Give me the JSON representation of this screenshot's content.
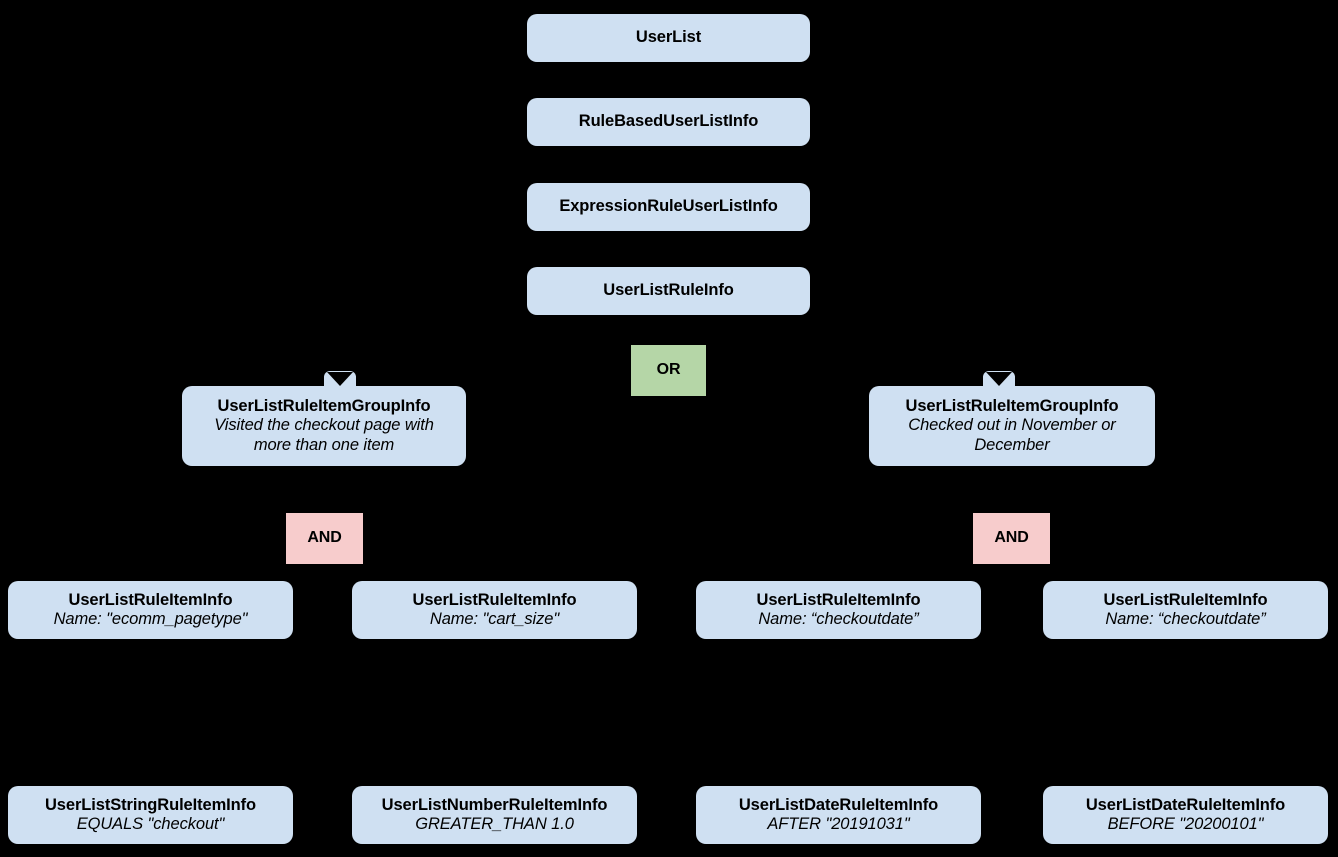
{
  "diagram": {
    "background_color": "#000000",
    "node_color": "#cfe0f2",
    "or_color": "#b5d6a7",
    "and_color": "#f7cccc",
    "text_color": "#000000",
    "nodes": {
      "user_list": {
        "title": "UserList",
        "subtitle": ""
      },
      "rule_based_user_list_info": {
        "title": "RuleBasedUserListInfo",
        "subtitle": ""
      },
      "expression_rule_user_list_info": {
        "title": "ExpressionRuleUserListInfo",
        "subtitle": ""
      },
      "user_list_rule_info": {
        "title": "UserListRuleInfo",
        "subtitle": ""
      },
      "or_operator": {
        "title": "OR"
      },
      "group_left": {
        "title": "UserListRuleItemGroupInfo",
        "subtitle_line1": "Visited the checkout page with",
        "subtitle_line2": "more than one item"
      },
      "group_right": {
        "title": "UserListRuleItemGroupInfo",
        "subtitle_line1": "Checked out in November or",
        "subtitle_line2": "December"
      },
      "and_operator_left": {
        "title": "AND"
      },
      "and_operator_right": {
        "title": "AND"
      },
      "rule_item_1": {
        "title": "UserListRuleItemInfo",
        "subtitle": "Name: \"ecomm_pagetype\""
      },
      "rule_item_2": {
        "title": "UserListRuleItemInfo",
        "subtitle": "Name: \"cart_size\""
      },
      "rule_item_3": {
        "title": "UserListRuleItemInfo",
        "subtitle": "Name: “checkoutdate”"
      },
      "rule_item_4": {
        "title": "UserListRuleItemInfo",
        "subtitle": "Name: “checkoutdate”"
      },
      "leaf_1": {
        "title": "UserListStringRuleItemInfo",
        "subtitle": "EQUALS \"checkout\""
      },
      "leaf_2": {
        "title": "UserListNumberRuleItemInfo",
        "subtitle": "GREATER_THAN 1.0"
      },
      "leaf_3": {
        "title": "UserListDateRuleItemInfo",
        "subtitle": "AFTER \"20191031\""
      },
      "leaf_4": {
        "title": "UserListDateRuleItemInfo",
        "subtitle": "BEFORE \"20200101\""
      }
    }
  }
}
